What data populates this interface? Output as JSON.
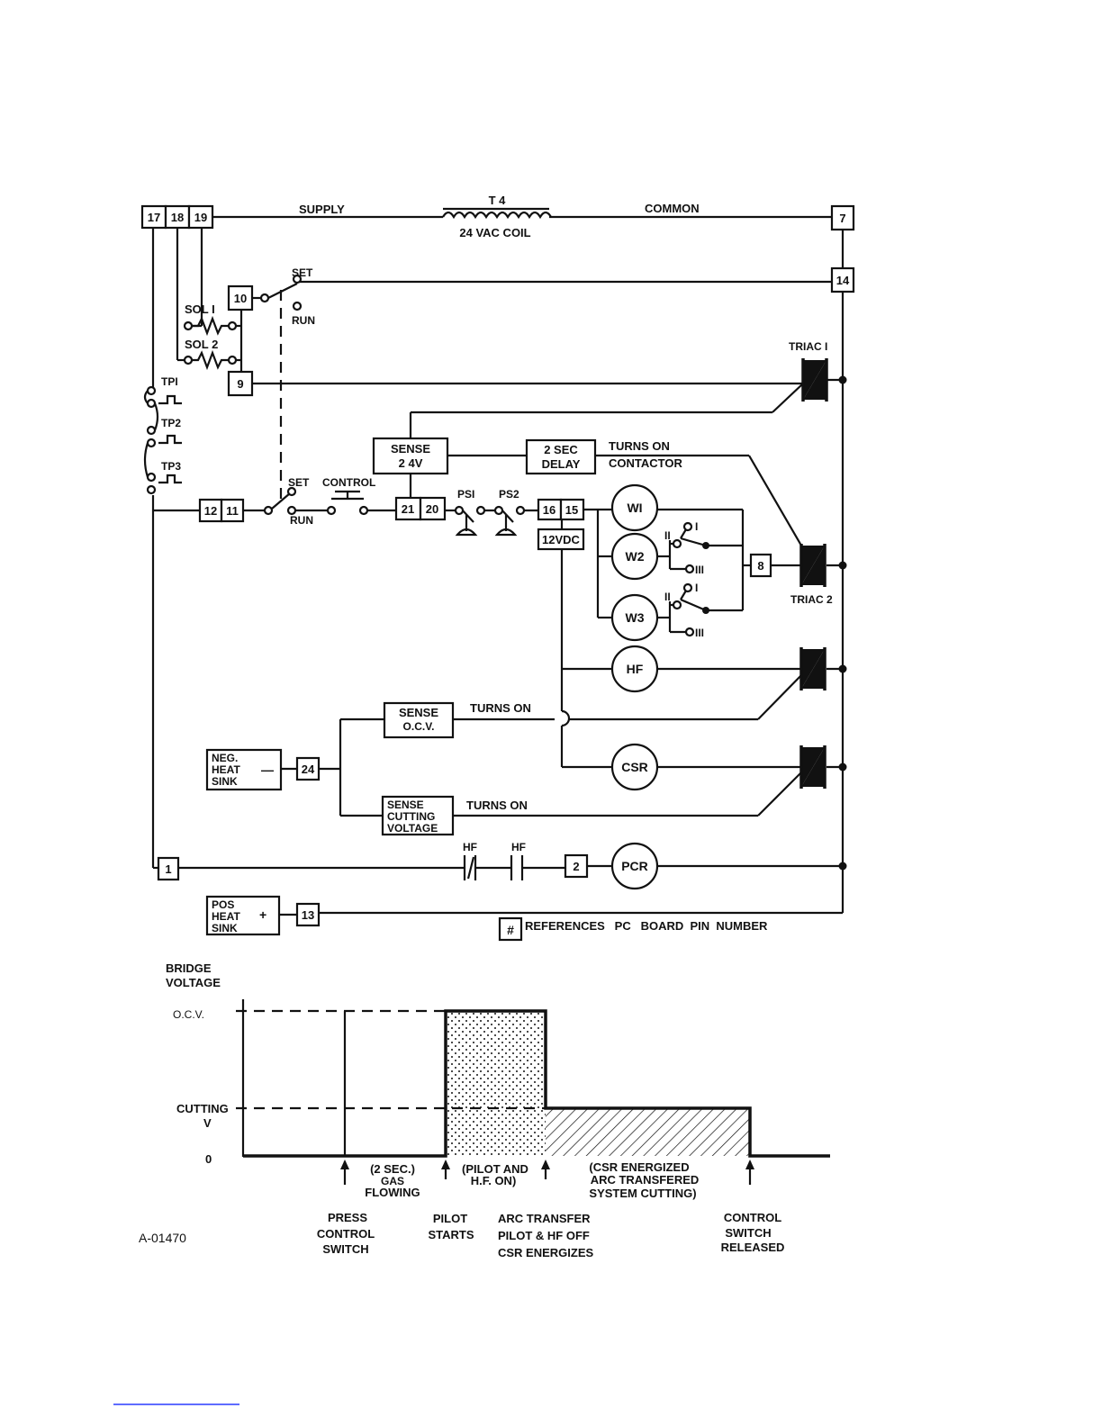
{
  "figure_id": "A-01470",
  "schematic": {
    "pins": {
      "p17": "17",
      "p18": "18",
      "p19": "19",
      "p7": "7",
      "p14": "14",
      "p10": "10",
      "p9": "9",
      "p12": "12",
      "p11": "11",
      "p21": "21",
      "p20": "20",
      "p16": "16",
      "p15": "15",
      "p8": "8",
      "p24": "24",
      "p1": "1",
      "p2": "2",
      "p13": "13"
    },
    "supply": "SUPPLY",
    "common": "COMMON",
    "transformer": "T 4",
    "coil": "24 VAC COIL",
    "set": "SET",
    "run": "RUN",
    "control": "CONTROL",
    "sol1": "SOL  I",
    "sol2": "SOL  2",
    "tp1": "TPI",
    "tp2": "TP2",
    "tp3": "TP3",
    "triac1": "TRIAC  I",
    "triac2": "TRIAC  2",
    "sense24_l1": "SENSE",
    "sense24_l2": "2 4V",
    "delay_l1": "2  SEC",
    "delay_l2": "DELAY",
    "turns_on": "TURNS ON",
    "contactor": "CONTACTOR",
    "ps1": "PSI",
    "ps2": "PS2",
    "vdc": "12VDC",
    "w1": "WI",
    "w2": "W2",
    "w3": "W3",
    "hf_coil": "HF",
    "csr": "CSR",
    "pcr": "PCR",
    "pos_I": "I",
    "pos_II": "II",
    "pos_III": "III",
    "sense_ocv_l1": "SENSE",
    "sense_ocv_l2": "O.C.V.",
    "turns_on_ocv": "TURNS  ON",
    "sense_cut_l1": "SENSE",
    "sense_cut_l2": "CUTTING",
    "sense_cut_l3": "VOLTAGE",
    "turns_on_cut": "TURNS  ON",
    "neg_l1": "NEG.",
    "neg_l2": "HEAT",
    "neg_l3": "SINK",
    "neg_sign": "—",
    "pos_l1": "POS",
    "pos_l2": "HEAT",
    "pos_l3": "SINK",
    "pos_sign": "+",
    "hf_contact1": "HF",
    "hf_contact2": "HF",
    "ref_symbol": "#",
    "ref_text": "REFERENCES   PC   BOARD  PIN  NUMBER"
  },
  "timing": {
    "ylabel_l1": "BRIDGE",
    "ylabel_l2": "VOLTAGE",
    "ocv": "O.C.V.",
    "cutting_l1": "CUTTING",
    "cutting_l2": "V",
    "zero": "0",
    "gas_l1": "(2  SEC.)",
    "gas_l2": "GAS",
    "gas_l3": "FLOWING",
    "pilot_l1": "(PILOT  AND",
    "pilot_l2": "H.F.  ON)",
    "csr_l1": "(CSR  ENERGIZED",
    "csr_l2": "ARC  TRANSFERED",
    "csr_l3": "SYSTEM  CUTTING)",
    "press_l1": "PRESS",
    "press_l2": "CONTROL",
    "press_l3": "SWITCH",
    "pilot_start_l1": "PILOT",
    "pilot_start_l2": "STARTS",
    "arc_l1": "ARC  TRANSFER",
    "arc_l2": "PILOT  &  HF OFF",
    "arc_l3": "CSR ENERGIZES",
    "release_l1": "CONTROL",
    "release_l2": "SWITCH",
    "release_l3": "RELEASED"
  }
}
